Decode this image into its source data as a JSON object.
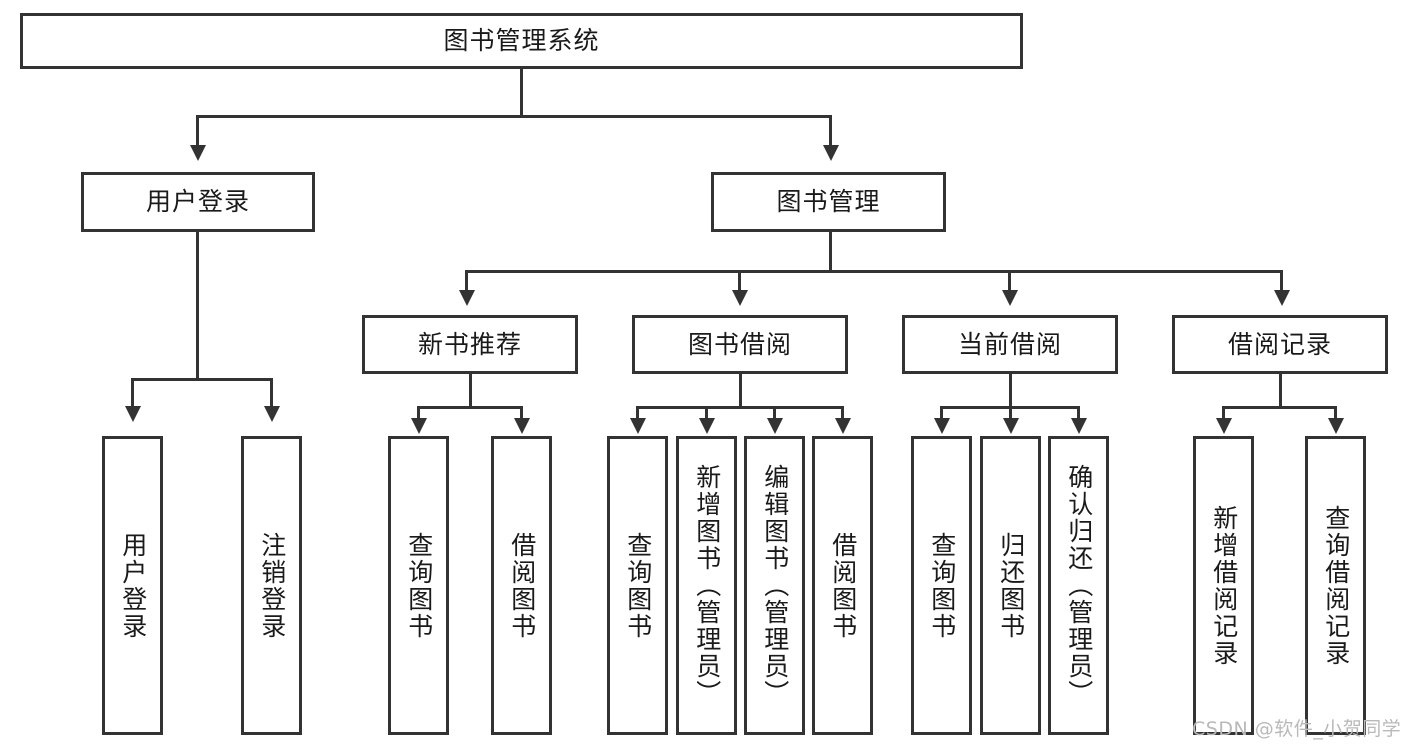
{
  "diagram": {
    "title": "图书管理系统",
    "root": {
      "label": "图书管理系统"
    },
    "level2": [
      {
        "label": "用户登录"
      },
      {
        "label": "图书管理"
      }
    ],
    "level3": [
      {
        "label": "新书推荐"
      },
      {
        "label": "图书借阅"
      },
      {
        "label": "当前借阅"
      },
      {
        "label": "借阅记录"
      }
    ],
    "leaves": {
      "user_login": [
        {
          "label": "用户登录"
        },
        {
          "label": "注销登录"
        }
      ],
      "new_book_recommend": [
        {
          "label": "查询图书"
        },
        {
          "label": "借阅图书"
        }
      ],
      "book_borrow": [
        {
          "label": "查询图书"
        },
        {
          "label": "新增图书（管理员）"
        },
        {
          "label": "编辑图书（管理员）"
        },
        {
          "label": "借阅图书"
        }
      ],
      "current_borrow": [
        {
          "label": "查询图书"
        },
        {
          "label": "归还图书"
        },
        {
          "label": "确认归还（管理员）"
        }
      ],
      "borrow_record": [
        {
          "label": "新增借阅记录"
        },
        {
          "label": "查询借阅记录"
        }
      ]
    }
  },
  "watermark": {
    "text": "CSDN @软件_小贺同学"
  },
  "colors": {
    "stroke": "#333333",
    "text": "#1a1a1a",
    "background": "#ffffff",
    "watermark": "#b9b9b9"
  }
}
